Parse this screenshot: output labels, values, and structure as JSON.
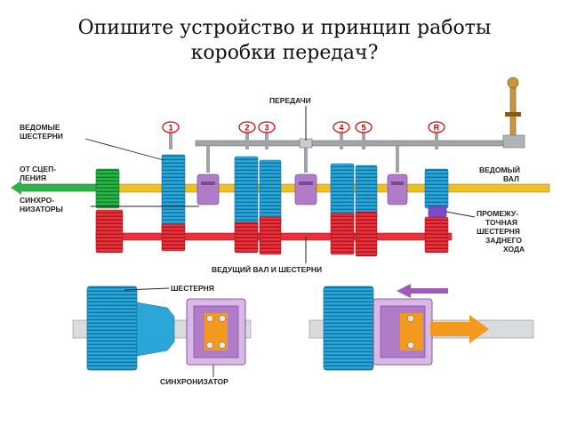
{
  "slide": {
    "title_line1": "Опишите устройство и принцип работы",
    "title_line2": "коробки передач?"
  },
  "diagram": {
    "labels": {
      "gears_top": "ПЕРЕДАЧИ",
      "driven_gears_1": "ВЕДОМЫЕ",
      "driven_gears_2": "ШЕСТЕРНИ",
      "from_clutch_1": "ОТ СЦЕП-",
      "from_clutch_2": "ЛЕНИЯ",
      "synchro_1": "СИНХРО-",
      "synchro_2": "НИЗАТОРЫ",
      "driven_shaft_1": "ВЕДОМЫЙ",
      "driven_shaft_2": "ВАЛ",
      "idler_1": "ПРОМЕЖУ-",
      "idler_2": "ТОЧНАЯ",
      "idler_3": "ШЕСТЕРНЯ",
      "idler_4": "ЗАДНЕГО",
      "idler_5": "ХОДА",
      "drive_shaft": "ВЕДУЩИЙ ВАЛ И ШЕСТЕРНИ",
      "gear": "ШЕСТЕРНЯ",
      "synchronizer": "СИНХРОНИЗАТОР"
    },
    "gear_numbers": [
      "1",
      "2",
      "3",
      "4",
      "5",
      "R"
    ],
    "colors": {
      "blue_gear": "#2aa6d8",
      "red_gear": "#e8323c",
      "green_gear": "#2db34a",
      "purple_synchro": "#b07cc8",
      "yellow_shaft": "#f0c020",
      "orange_arrow": "#f39a1e",
      "grey_rod": "#a0a4a8"
    }
  }
}
